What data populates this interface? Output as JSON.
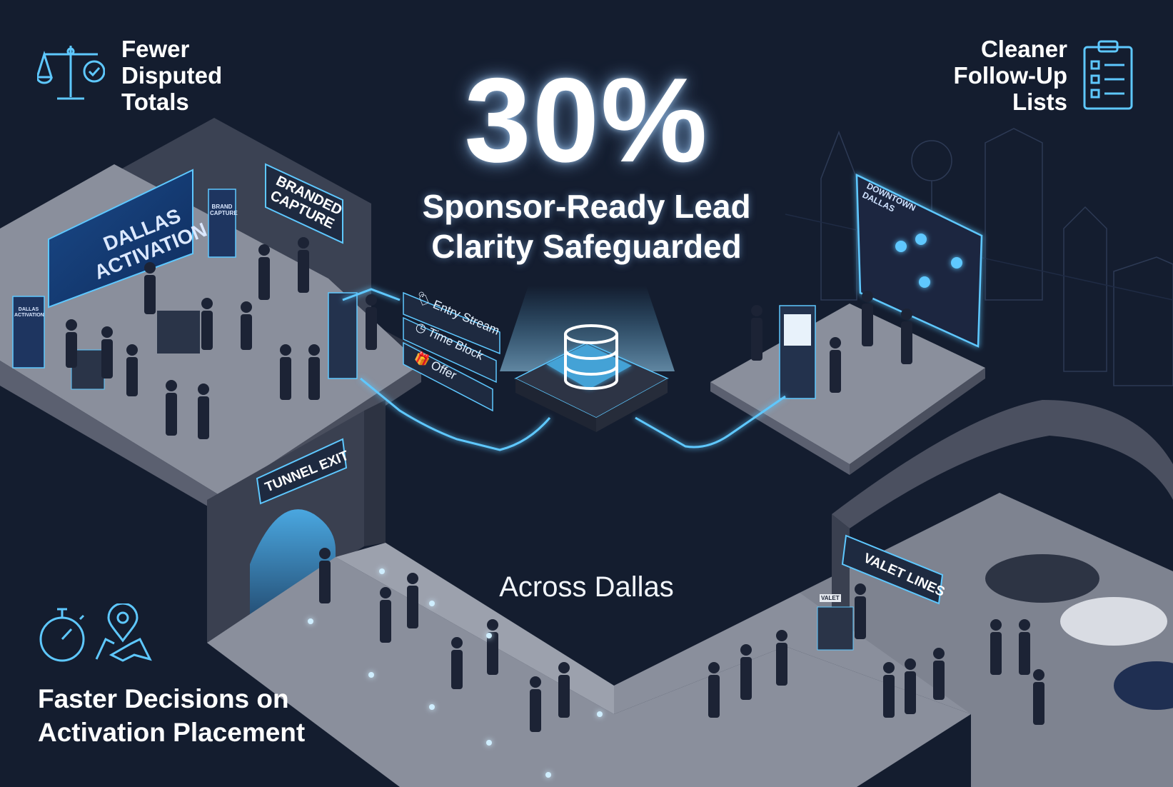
{
  "hero": {
    "percent": "30%",
    "line1": "Sponsor-Ready Lead",
    "line2": "Clarity Safeguarded",
    "subtitle": "Across Dallas"
  },
  "callouts": {
    "top_left": {
      "lines": [
        "Fewer",
        "Disputed",
        "Totals"
      ],
      "icon": "scale-check-icon"
    },
    "top_right": {
      "lines": [
        "Cleaner",
        "Follow-Up",
        "Lists"
      ],
      "icon": "clipboard-checklist-icon"
    },
    "bottom_left": {
      "lines": [
        "Faster Decisions on",
        "Activation Placement"
      ],
      "icons": [
        "stopwatch-icon",
        "map-pin-icon"
      ]
    }
  },
  "signs": {
    "dallas_activation": [
      "DALLAS",
      "ACTIVATION"
    ],
    "branded_capture": [
      "BRANDED",
      "CAPTURE"
    ],
    "small_kiosk_left": [
      "DALLAS",
      "ACTIVATION"
    ],
    "small_kiosk_mid": [
      "BRAND",
      "CAPTURE"
    ],
    "tunnel_exit": "TUNNEL EXIT",
    "valet_lines": "VALET LINES",
    "valet_desk": "VALET",
    "downtown": [
      "DOWNTOWN",
      "DALLAS"
    ]
  },
  "data_tags": [
    {
      "label": "Entry Stream",
      "icon": "tag-icon"
    },
    {
      "label": "Time Block",
      "icon": "clock-icon"
    },
    {
      "label": "Offer",
      "icon": "gift-icon"
    }
  ],
  "colors": {
    "background": "#141d2f",
    "glow": "#5ec8ff",
    "floor": "#8a8f9c",
    "wall": "#3a4050",
    "text": "#ffffff"
  }
}
